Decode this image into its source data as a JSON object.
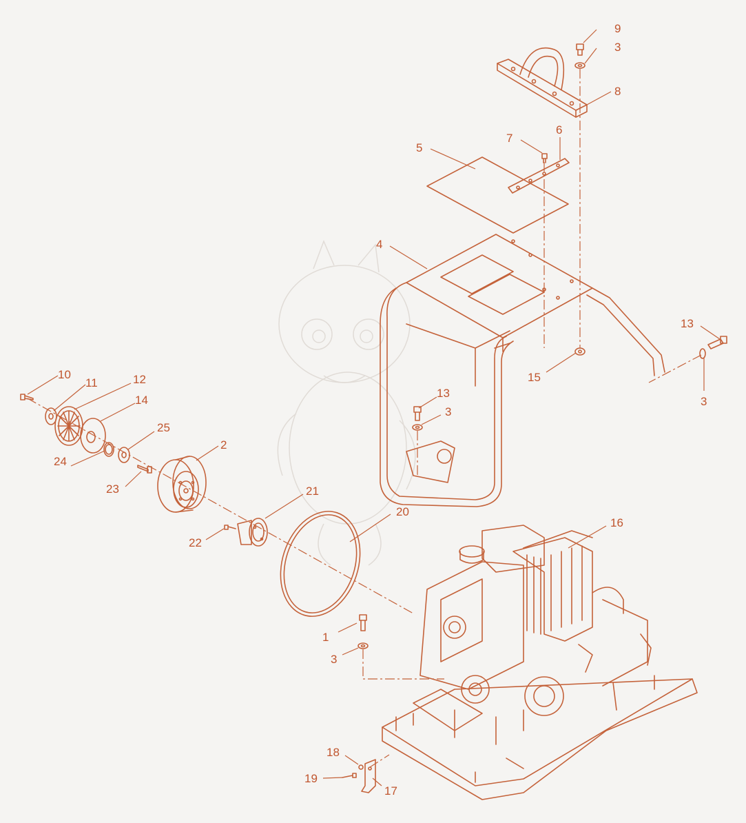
{
  "diagram": {
    "line_color": "#c4623a",
    "label_color": "#c0552e",
    "background_color": "#f5f4f2",
    "callouts": [
      {
        "id": "c9",
        "label": "9"
      },
      {
        "id": "c3a",
        "label": "3"
      },
      {
        "id": "c8",
        "label": "8"
      },
      {
        "id": "c7",
        "label": "7"
      },
      {
        "id": "c6",
        "label": "6"
      },
      {
        "id": "c5",
        "label": "5"
      },
      {
        "id": "c4",
        "label": "4"
      },
      {
        "id": "c13a",
        "label": "13"
      },
      {
        "id": "c15",
        "label": "15"
      },
      {
        "id": "c3b",
        "label": "3"
      },
      {
        "id": "c10",
        "label": "10"
      },
      {
        "id": "c11",
        "label": "11"
      },
      {
        "id": "c12",
        "label": "12"
      },
      {
        "id": "c14",
        "label": "14"
      },
      {
        "id": "c25",
        "label": "25"
      },
      {
        "id": "c13b",
        "label": "13"
      },
      {
        "id": "c3c",
        "label": "3"
      },
      {
        "id": "c2",
        "label": "2"
      },
      {
        "id": "c24",
        "label": "24"
      },
      {
        "id": "c23",
        "label": "23"
      },
      {
        "id": "c21",
        "label": "21"
      },
      {
        "id": "c20",
        "label": "20"
      },
      {
        "id": "c16",
        "label": "16"
      },
      {
        "id": "c22",
        "label": "22"
      },
      {
        "id": "c1",
        "label": "1"
      },
      {
        "id": "c3d",
        "label": "3"
      },
      {
        "id": "c18",
        "label": "18"
      },
      {
        "id": "c19",
        "label": "19"
      },
      {
        "id": "c17",
        "label": "17"
      }
    ]
  }
}
